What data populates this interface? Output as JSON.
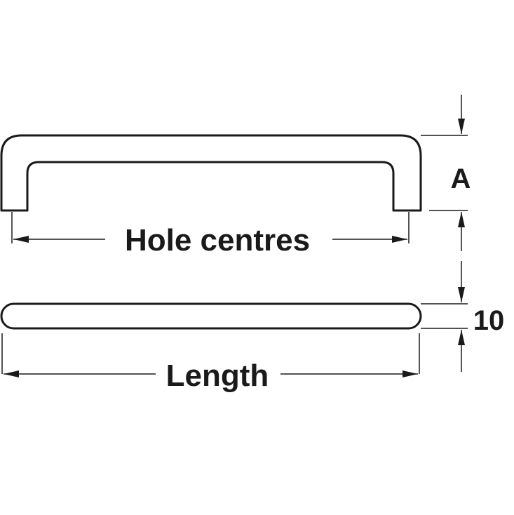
{
  "labels": {
    "hole_centres": "Hole centres",
    "length": "Length",
    "height": "A",
    "thickness": "10"
  },
  "colors": {
    "line": "#1a1a1a",
    "background": "#ffffff"
  }
}
